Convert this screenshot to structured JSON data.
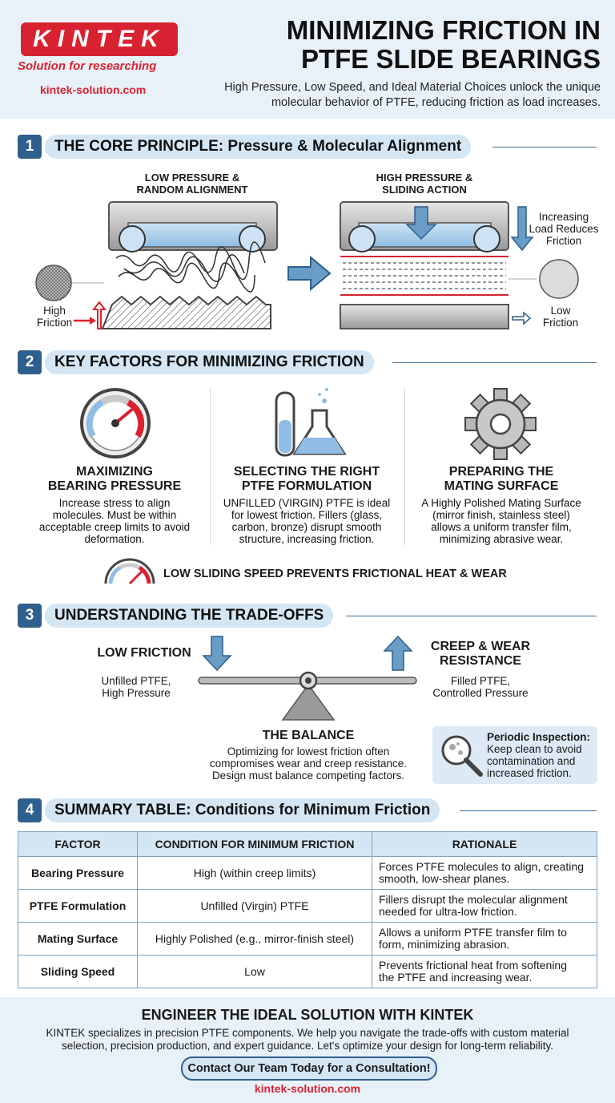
{
  "header": {
    "logo_text": "KINTEK",
    "logo_tagline": "Solution for researching",
    "logo_url": "kintek-solution.com",
    "title_line1": "MINIMIZING FRICTION IN",
    "title_line2": "PTFE SLIDE BEARINGS",
    "subtitle_line1": "High Pressure, Low Speed, and Ideal Material Choices unlock the unique",
    "subtitle_line2": "molecular behavior of PTFE, reducing friction as load increases."
  },
  "section1": {
    "number": "1",
    "title": "THE CORE PRINCIPLE: Pressure & Molecular Alignment",
    "left_label_1": "LOW PRESSURE &",
    "left_label_2": "RANDOM ALIGNMENT",
    "right_label_1": "HIGH PRESSURE &",
    "right_label_2": "SLIDING ACTION",
    "high_friction_1": "High",
    "high_friction_2": "Friction",
    "increasing_1": "Increasing",
    "increasing_2": "Load Reduces",
    "increasing_3": "Friction",
    "low_friction_1": "Low",
    "low_friction_2": "Friction"
  },
  "section2": {
    "number": "2",
    "title": "KEY FACTORS FOR MINIMIZING FRICTION",
    "factors": [
      {
        "title1": "MAXIMIZING",
        "title2": "BEARING PRESSURE",
        "t1": "Increase stress to align",
        "t2": "molecules. Must be within",
        "t3": "acceptable creep limits to avoid",
        "t4": "deformation.",
        "icon": "pressure-gauge-icon"
      },
      {
        "title1": "SELECTING THE RIGHT",
        "title2": "PTFE FORMULATION",
        "t1": "UNFILLED (VIRGIN) PTFE is ideal",
        "t2": "for lowest friction. Fillers (glass,",
        "t3": "carbon, bronze) disrupt smooth",
        "t4": "structure, increasing friction.",
        "icon": "lab-flask-icon"
      },
      {
        "title1": "PREPARING THE",
        "title2": "MATING SURFACE",
        "t1": "A Highly Polished Mating Surface",
        "t2": "(mirror finish, stainless steel)",
        "t3": "allows a uniform transfer film,",
        "t4": "minimizing abrasive wear.",
        "icon": "gear-icon"
      }
    ],
    "speed_note": "LOW SLIDING SPEED PREVENTS FRICTIONAL HEAT & WEAR"
  },
  "section3": {
    "number": "3",
    "title": "UNDERSTANDING THE TRADE-OFFS",
    "low_friction": "LOW FRICTION",
    "low_friction_sub1": "Unfilled PTFE,",
    "low_friction_sub2": "High Pressure",
    "creep_1": "CREEP & WEAR",
    "creep_2": "RESISTANCE",
    "creep_sub1": "Filled PTFE,",
    "creep_sub2": "Controlled Pressure",
    "balance_title": "THE BALANCE",
    "balance_1": "Optimizing for lowest friction often",
    "balance_2": "compromises wear and creep resistance.",
    "balance_3": "Design must balance competing factors.",
    "inspection_1": "Periodic Inspection:",
    "inspection_2": "Keep clean to avoid",
    "inspection_3": "contamination and",
    "inspection_4": "increased friction."
  },
  "section4": {
    "number": "4",
    "title": "SUMMARY TABLE: Conditions for Minimum Friction",
    "headers": [
      "FACTOR",
      "CONDITION FOR MINIMUM FRICTION",
      "RATIONALE"
    ],
    "rows": [
      {
        "factor": "Bearing Pressure",
        "condition": "High (within creep limits)",
        "r1": "Forces PTFE molecules to align, creating",
        "r2": "smooth, low-shear planes."
      },
      {
        "factor": "PTFE Formulation",
        "condition": "Unfilled (Virgin) PTFE",
        "r1": "Fillers disrupt the molecular alignment",
        "r2": "needed for ultra-low friction."
      },
      {
        "factor": "Mating Surface",
        "condition": "Highly Polished (e.g., mirror-finish steel)",
        "r1": "Allows a uniform PTFE transfer film to",
        "r2": "form, minimizing abrasion."
      },
      {
        "factor": "Sliding Speed",
        "condition": "Low",
        "r1": "Prevents frictional heat from softening",
        "r2": "the PTFE and increasing wear."
      }
    ]
  },
  "footer": {
    "title": "ENGINEER THE IDEAL SOLUTION WITH KINTEK",
    "text1": "KINTEK specializes in precision PTFE components. We help you navigate the trade-offs with custom material",
    "text2": "selection, precision production, and expert guidance. Let's optimize your design for long-term reliability.",
    "cta": "Contact Our Team Today for a Consultation!",
    "url": "kintek-solution.com"
  },
  "colors": {
    "brand_red": "#d92231",
    "navy": "#2f5f8c",
    "light_blue": "#d4e6f4",
    "panel": "#e9f1f8"
  }
}
